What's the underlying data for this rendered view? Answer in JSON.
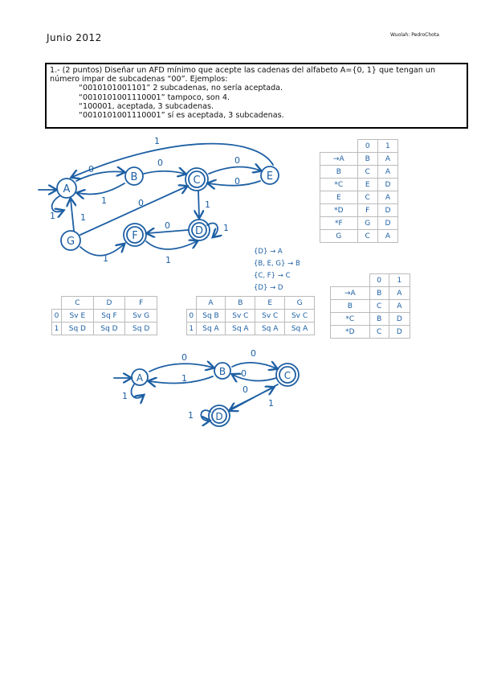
{
  "header": {
    "date": "Junio 2012",
    "author": "Wuolah: PedroChota"
  },
  "question": {
    "line1": "1.- (2 puntos) Diseñar un AFD mínimo que acepte las cadenas del alfabeto A={0, 1} que tengan un",
    "line2": "número impar de subcadenas “00”. Ejemplos:",
    "examples": [
      "“0010101001101” 2 subcadenas, no sería aceptada.",
      "“0010101001110001” tampoco, son 4.",
      "“100001, aceptada, 3 subcadenas.",
      "“0010101001110001” sí es aceptada, 3 subcadenas."
    ]
  },
  "diagram1": {
    "states": [
      "A",
      "B",
      "C",
      "E",
      "F",
      "D",
      "G"
    ],
    "labels": [
      "1",
      "0",
      "0",
      "0",
      "1",
      "1",
      "0",
      "1",
      "1",
      "1",
      "0",
      "0",
      "1"
    ]
  },
  "table1": {
    "header": [
      "",
      "0",
      "1"
    ],
    "rows": [
      [
        "→A",
        "B",
        "A"
      ],
      [
        "B",
        "C",
        "A"
      ],
      [
        "*C",
        "E",
        "D"
      ],
      [
        "E",
        "C",
        "A"
      ],
      [
        "*D",
        "F",
        "D"
      ],
      [
        "*F",
        "G",
        "D"
      ],
      [
        "G",
        "C",
        "A"
      ]
    ]
  },
  "partition_notes": [
    "{D} → A",
    "{B, E, G} → B",
    "{C, F} → C",
    "{D} → D"
  ],
  "table2": {
    "header": [
      "",
      "C",
      "D",
      "F"
    ],
    "rows": [
      [
        "0",
        "Sv E",
        "Sq F",
        "Sv G"
      ],
      [
        "1",
        "Sq D",
        "Sq D",
        "Sq D"
      ]
    ]
  },
  "table3": {
    "header": [
      "",
      "A",
      "B",
      "E",
      "G"
    ],
    "rows": [
      [
        "0",
        "Sq B",
        "Sv C",
        "Sv C",
        "Sv C"
      ],
      [
        "1",
        "Sq A",
        "Sq A",
        "Sq A",
        "Sq A"
      ]
    ]
  },
  "table4": {
    "header": [
      "",
      "0",
      "1"
    ],
    "rows": [
      [
        "→A",
        "B",
        "A"
      ],
      [
        "B",
        "C",
        "A"
      ],
      [
        "*C",
        "B",
        "D"
      ],
      [
        "*D",
        "C",
        "D"
      ]
    ]
  },
  "diagram2": {
    "states": [
      "A",
      "B",
      "C",
      "D"
    ],
    "labels": [
      "0",
      "1",
      "0",
      "1",
      "1",
      "0",
      "1"
    ]
  }
}
